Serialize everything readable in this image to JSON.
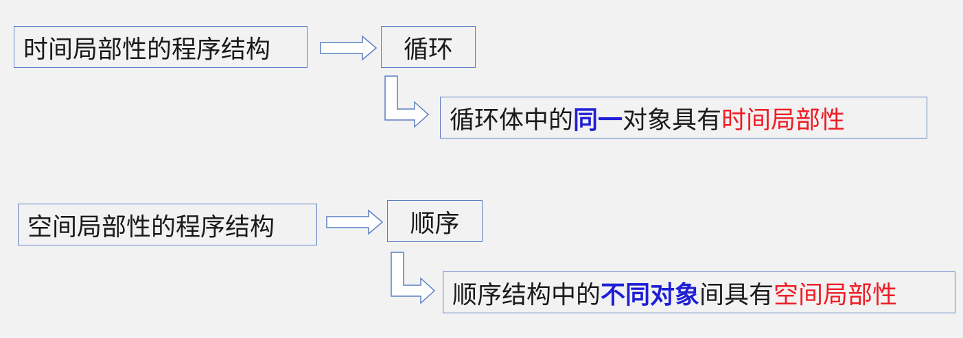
{
  "row1": {
    "structure": "时间局部性的程序结构",
    "example": "循环",
    "desc": {
      "part1": "循环体中的",
      "highlight": "同一",
      "part2": "对象具有",
      "locality": "时间局部性"
    }
  },
  "row2": {
    "structure": "空间局部性的程序结构",
    "example": "顺序",
    "desc": {
      "part1": "顺序结构中的",
      "highlight": "不同对象",
      "part2": "间具有",
      "locality": "空间局部性"
    }
  },
  "colors": {
    "border": "#5b7ec2",
    "highlight": "#1f1fd6",
    "locality": "#ee1c25"
  }
}
